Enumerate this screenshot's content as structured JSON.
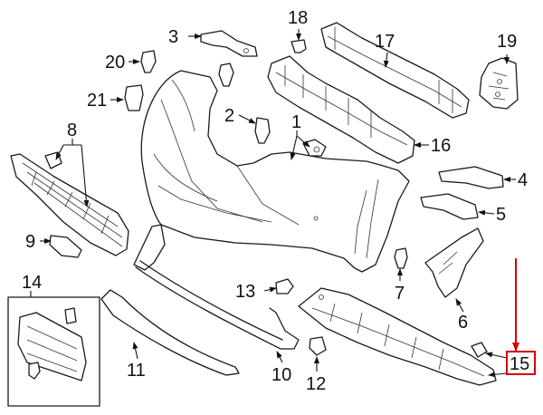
{
  "labels": {
    "p1": "1",
    "p2": "2",
    "p3": "3",
    "p4": "4",
    "p5": "5",
    "p6": "6",
    "p7": "7",
    "p8": "8",
    "p9": "9",
    "p10": "10",
    "p11": "11",
    "p12": "12",
    "p13": "13",
    "p14": "14",
    "p15": "15",
    "p16": "16",
    "p17": "17",
    "p18": "18",
    "p19": "19",
    "p20": "20",
    "p21": "21"
  },
  "highlight": {
    "part": "15",
    "color": "#d40000"
  }
}
